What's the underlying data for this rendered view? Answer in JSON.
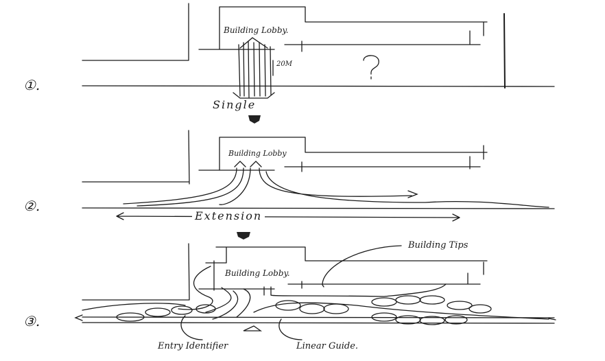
{
  "panels": [
    {
      "number": "①.",
      "lobby_label": "Building Lobby.",
      "dimension": "20M",
      "caption": "Single",
      "symbol": "?"
    },
    {
      "number": "②.",
      "lobby_label": "Building Lobby",
      "caption": "Extension"
    },
    {
      "number": "③.",
      "lobby_label": "Building Lobby.",
      "annotations": [
        "Building Tips",
        "Entry Identifier",
        "Linear Guide."
      ]
    }
  ],
  "ink_color": "#1a1a1a"
}
